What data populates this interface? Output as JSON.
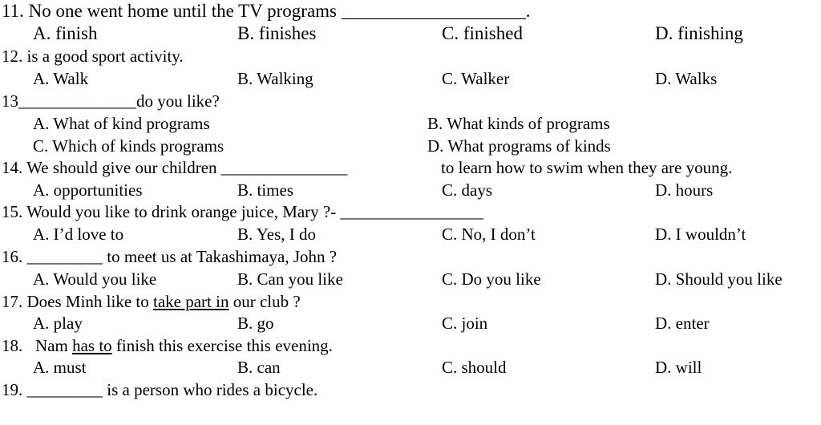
{
  "questions": [
    {
      "stem": "11. No one went home until the TV programs ____________________.",
      "options": [
        "A. finish",
        "B. finishes",
        "C. finished",
        "D. finishing"
      ]
    },
    {
      "stem": "12.  is a good sport activity.",
      "options": [
        "A. Walk",
        "B. Walking",
        "C. Walker",
        "D. Walks"
      ]
    },
    {
      "stem": "13______________do you like?",
      "options": [
        "A. What of kind programs",
        "B. What kinds of programs",
        "C. Which of kinds programs",
        "D. What programs of kinds"
      ]
    },
    {
      "stem_a": "14. We should give our children _______________",
      "stem_b": "to learn how to swim when they are young.",
      "options": [
        "A. opportunities",
        "B. times",
        "C. days",
        "D. hours"
      ]
    },
    {
      "stem": "15. Would you like to drink orange juice, Mary ?- _________________",
      "options": [
        "A. I’d love to",
        "B. Yes, I do",
        "C. No, I don’t",
        "D. I wouldn’t"
      ]
    },
    {
      "stem": "16. _________ to meet us at  Takashimaya, John ?",
      "options": [
        "A. Would you like",
        "B. Can you like",
        "C. Do you like",
        "D. Should you like"
      ]
    },
    {
      "stem_pre": "17. Does Minh  like to ",
      "stem_u": "take part in",
      "stem_post": " our club ?",
      "options": [
        "A. play",
        "B. go",
        "C. join",
        "D. enter"
      ]
    },
    {
      "stem_pre": "18.   Nam ",
      "stem_u": "has to",
      "stem_post": " finish this exercise this evening.",
      "options": [
        "A. must",
        "B. can",
        "C. should",
        "D. will"
      ]
    },
    {
      "stem": "19. _________ is a person who rides a bicycle."
    }
  ]
}
